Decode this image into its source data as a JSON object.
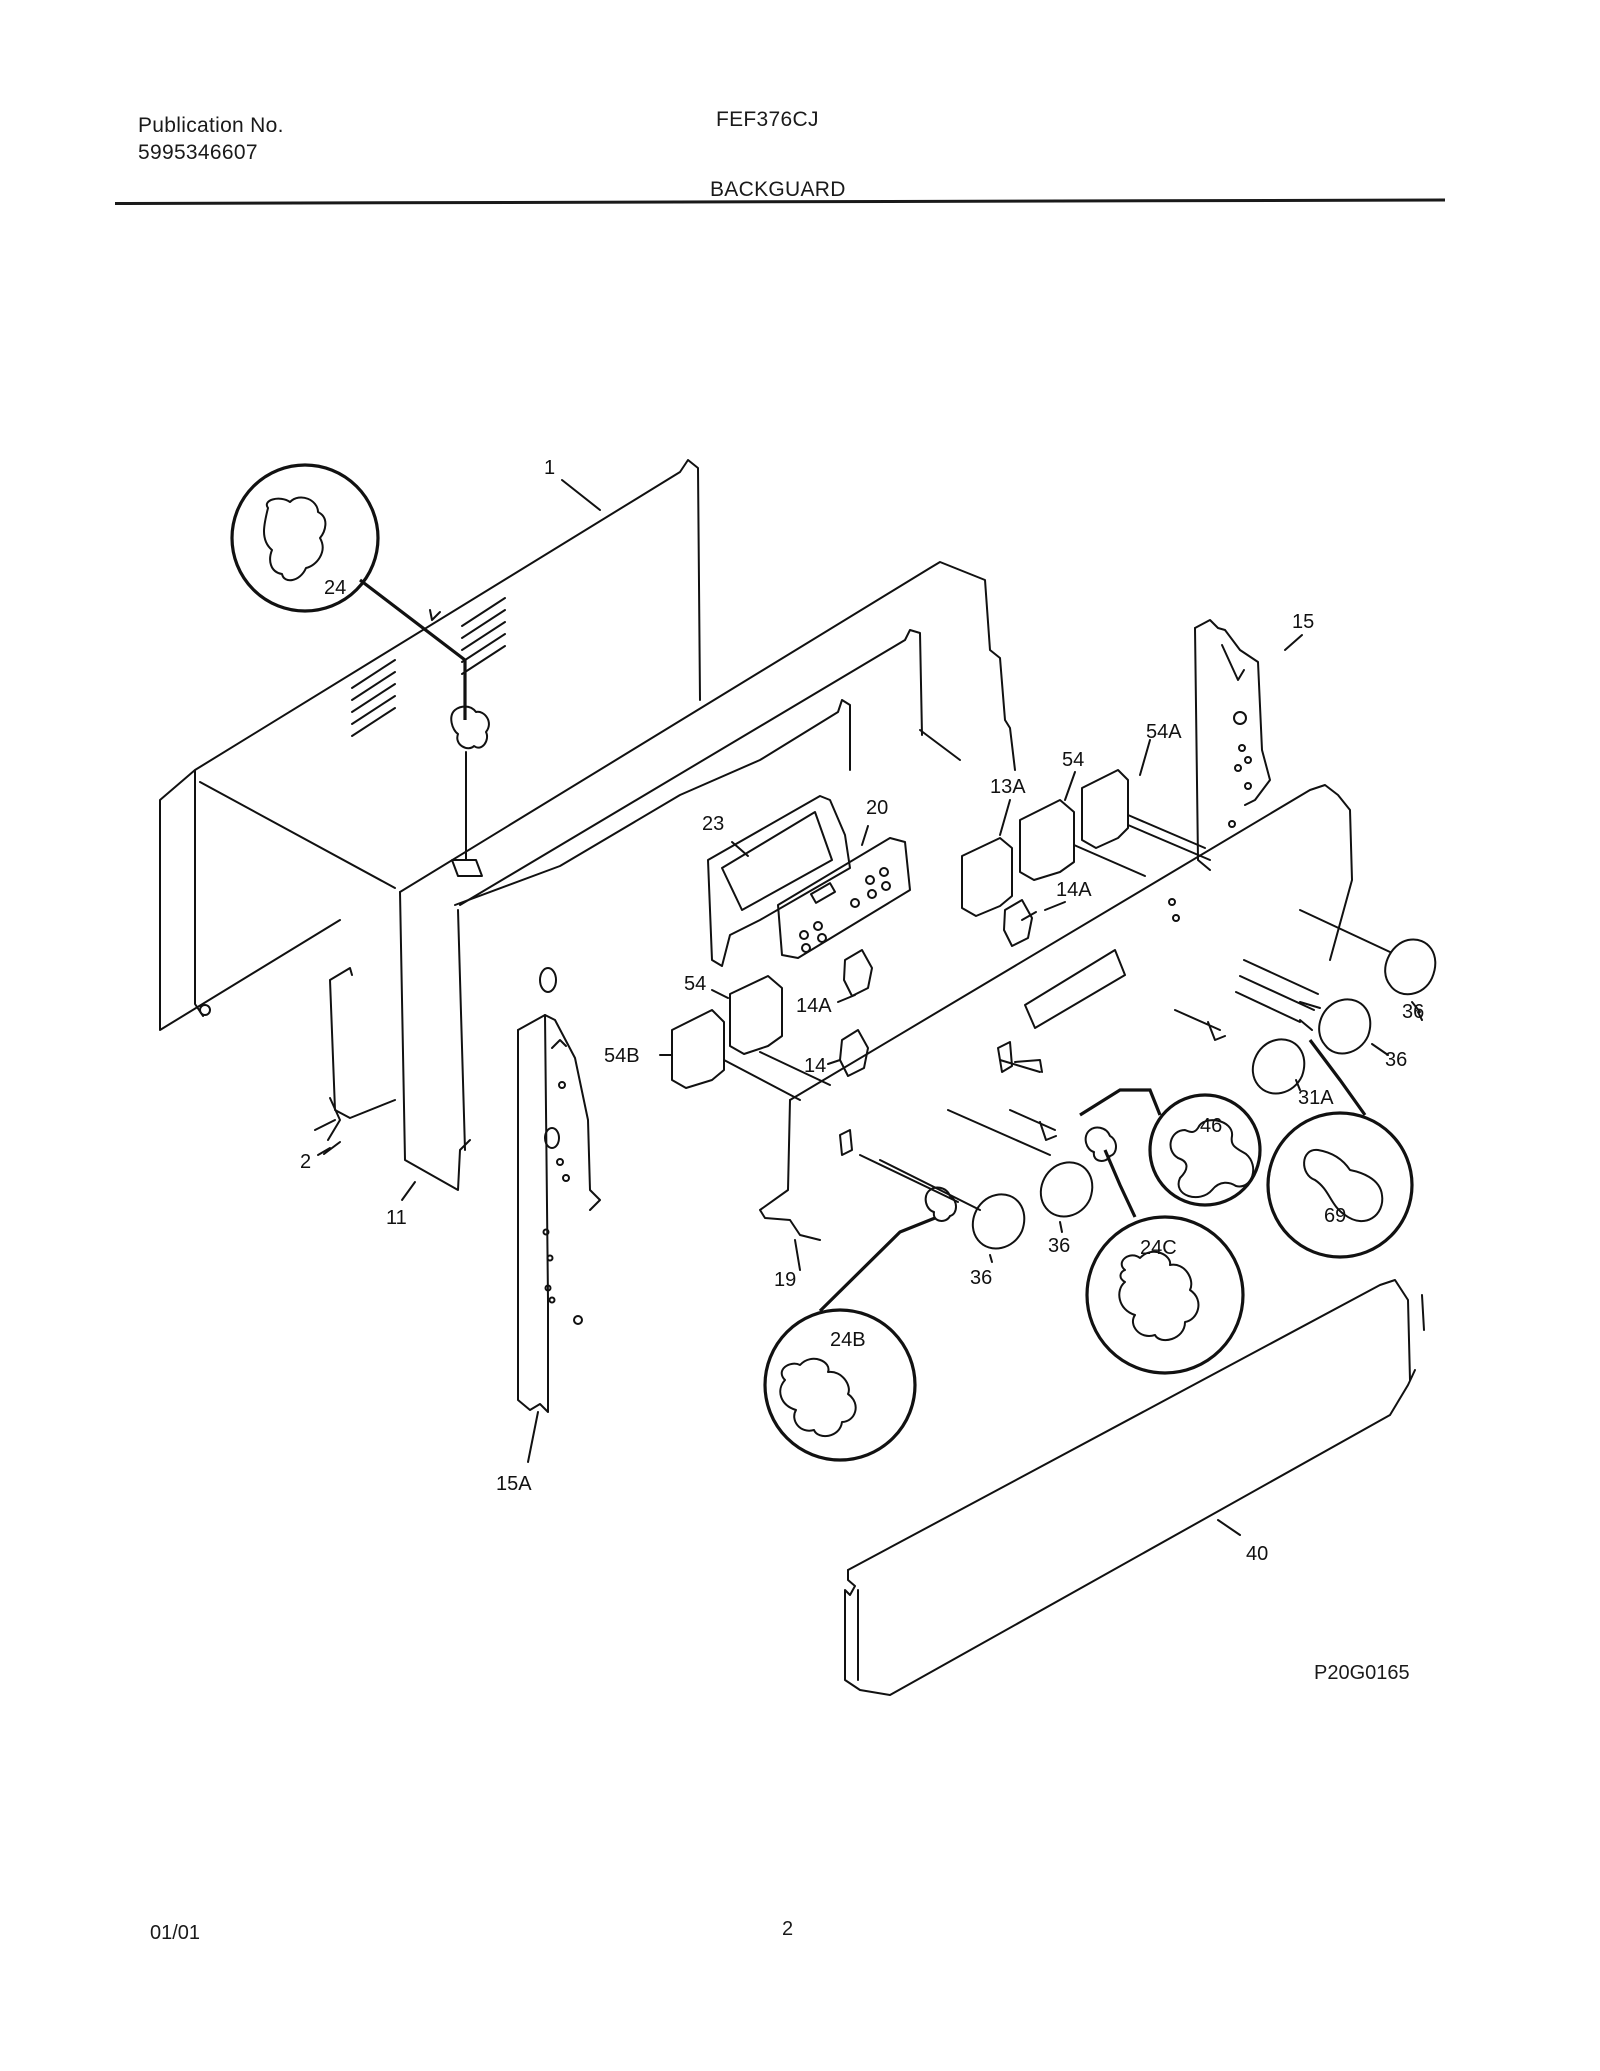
{
  "header": {
    "publication_label": "Publication No.",
    "publication_number": "5995346607",
    "model": "FEF376CJ",
    "section": "BACKGUARD"
  },
  "figure_code": "P20G0165",
  "footer": {
    "date": "01/01",
    "page": "2"
  },
  "callouts": {
    "c1": "1",
    "c24": "24",
    "c15": "15",
    "c54A": "54A",
    "c54_top": "54",
    "c13A": "13A",
    "c23": "23",
    "c20": "20",
    "c14A_top": "14A",
    "c54_mid": "54",
    "c14A_mid": "14A",
    "c54B": "54B",
    "c14": "14",
    "c36_a": "36",
    "c36_b": "36",
    "c31A": "31A",
    "c46": "46",
    "c69": "69",
    "c2": "2",
    "c11": "11",
    "c19": "19",
    "c36_c": "36",
    "c36_d": "36",
    "c24C": "24C",
    "c24B": "24B",
    "c15A": "15A",
    "c40": "40"
  }
}
